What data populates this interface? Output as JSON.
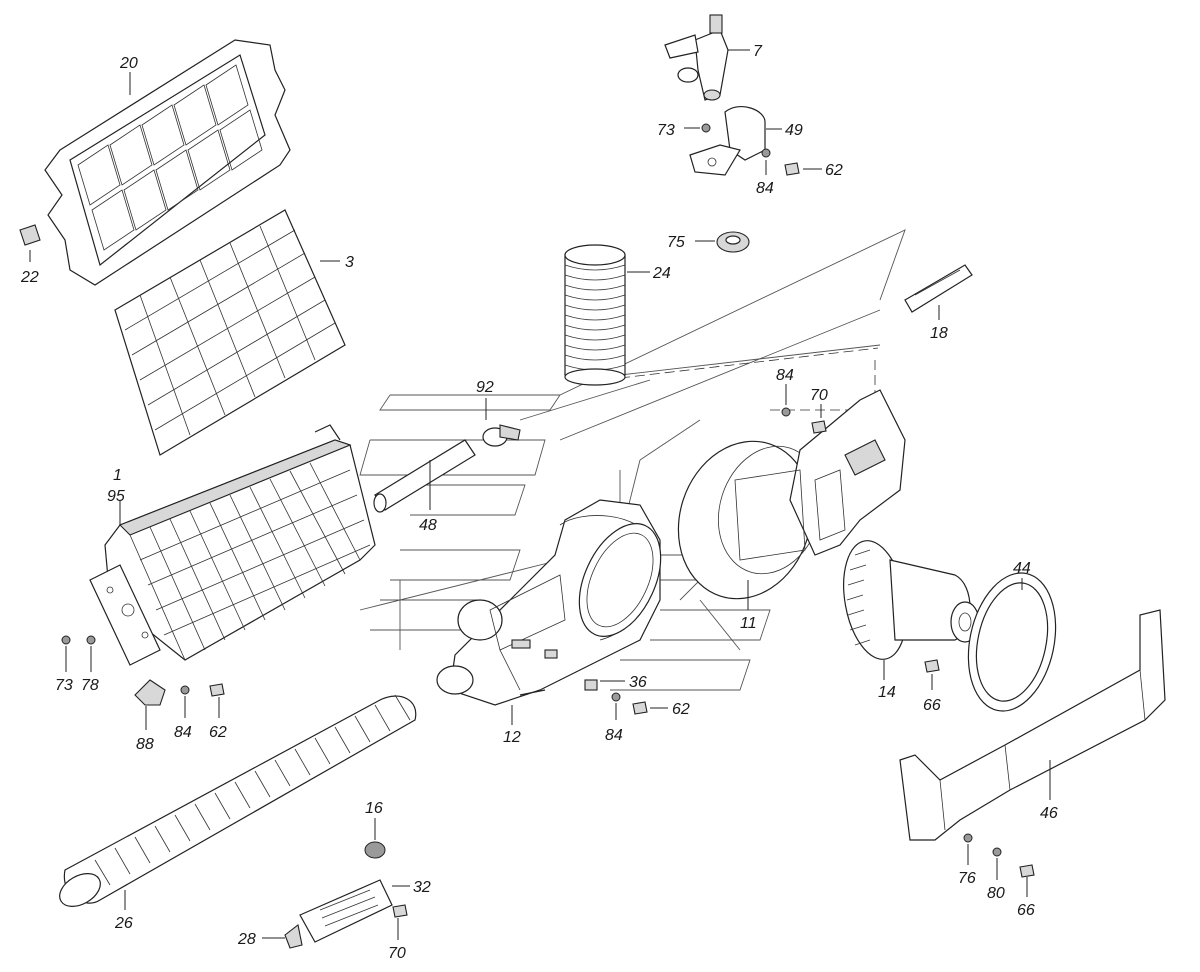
{
  "diagram": {
    "callouts": [
      "1",
      "95",
      "3",
      "20",
      "22",
      "7",
      "49",
      "73",
      "62",
      "84",
      "75",
      "24",
      "18",
      "92",
      "48",
      "70",
      "84",
      "11",
      "44",
      "36",
      "62",
      "84",
      "12",
      "14",
      "66",
      "73",
      "78",
      "88",
      "84",
      "62",
      "46",
      "16",
      "32",
      "26",
      "28",
      "70",
      "76",
      "80",
      "66"
    ]
  }
}
